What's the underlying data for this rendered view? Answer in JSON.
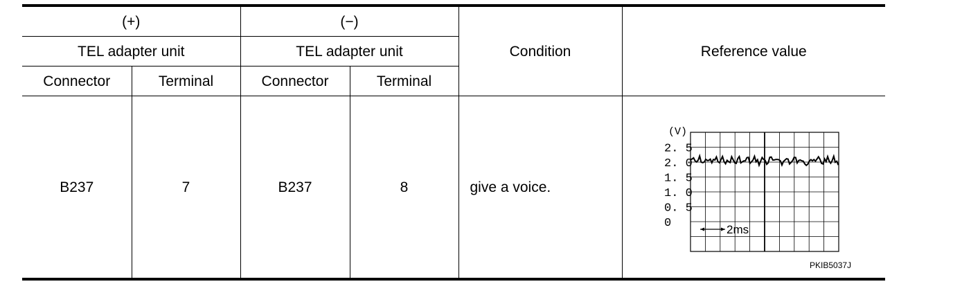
{
  "table": {
    "plus_header": "(+)",
    "minus_header": "(−)",
    "plus_unit": "TEL adapter unit",
    "minus_unit": "TEL adapter unit",
    "condition_header": "Condition",
    "reference_header": "Reference value",
    "col_connector": "Connector",
    "col_terminal": "Terminal",
    "row": {
      "plus_connector": "B237",
      "plus_terminal": "7",
      "minus_connector": "B237",
      "minus_terminal": "8",
      "condition": "give a voice."
    }
  },
  "waveform": {
    "unit_label": "(V)",
    "y_ticks": [
      "2. 5",
      "2. 0",
      "1. 5",
      "1. 0",
      "0. 5",
      "0"
    ],
    "time_label": "2ms",
    "figure_code": "PKIB5037J"
  }
}
